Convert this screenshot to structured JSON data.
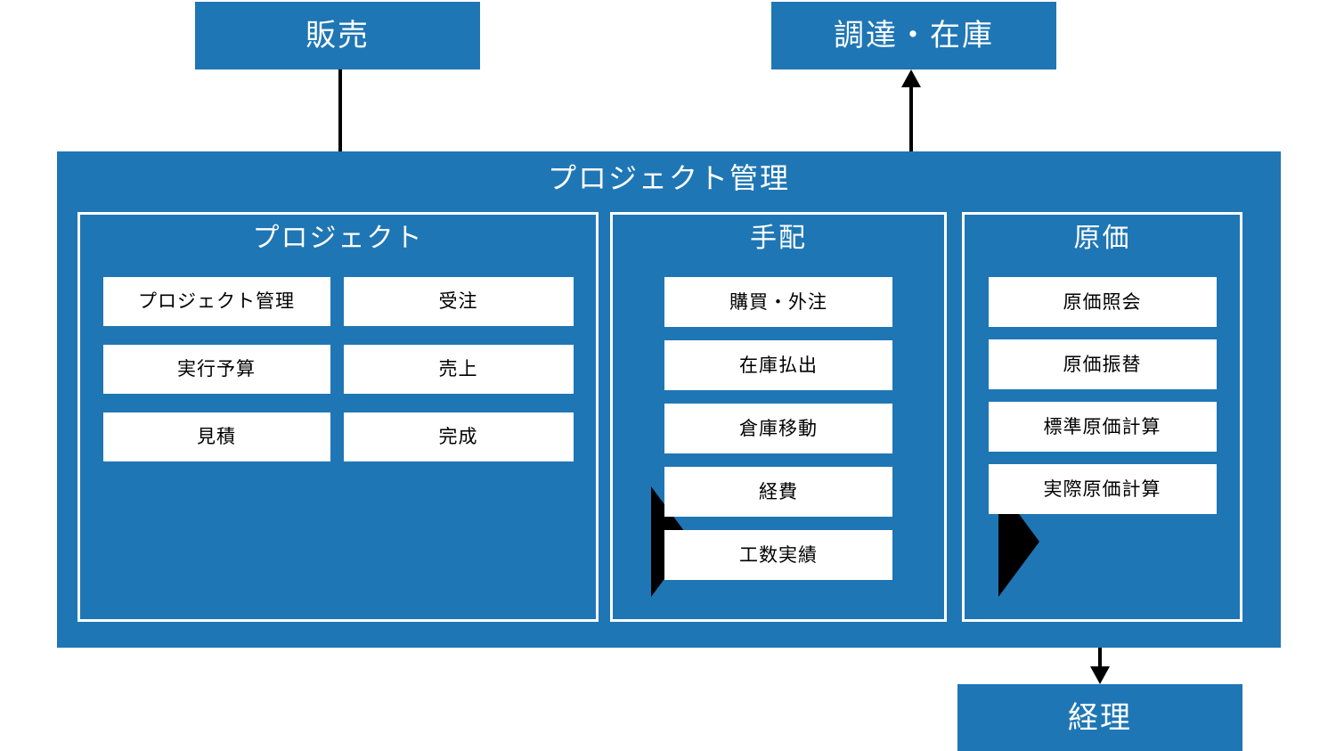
{
  "diagram": {
    "title": "プロジェクト管理",
    "accent_color": "#1f76b4",
    "chip_color": "#ffffff",
    "arrow_color": "#000000"
  },
  "external_boxes": [
    {
      "id": "sales",
      "label": "販売"
    },
    {
      "id": "procure",
      "label": "調達・在庫"
    },
    {
      "id": "account",
      "label": "経理"
    }
  ],
  "panels": [
    {
      "id": "project",
      "title": "プロジェクト",
      "items": [
        "プロジェクト管理",
        "受注",
        "実行予算",
        "売上",
        "見積",
        "完成"
      ]
    },
    {
      "id": "tehai",
      "title": "手配",
      "items": [
        "購買・外注",
        "在庫払出",
        "倉庫移動",
        "経費",
        "工数実績"
      ]
    },
    {
      "id": "genka",
      "title": "原価",
      "items": [
        "原価照会",
        "原価振替",
        "標準原価計算",
        "実際原価計算"
      ]
    }
  ],
  "connectors": [
    {
      "id": "sales-to-project",
      "direction": "down",
      "from": "販売",
      "to": "プロジェクト"
    },
    {
      "id": "tehai-to-procure",
      "direction": "up",
      "from": "手配",
      "to": "調達・在庫"
    },
    {
      "id": "genka-to-account",
      "direction": "down",
      "from": "原価",
      "to": "経理"
    }
  ],
  "flow_markers": [
    {
      "id": "project-to-tehai",
      "shape": "chevron-right"
    },
    {
      "id": "tehai-to-genka",
      "shape": "chevron-right"
    }
  ]
}
